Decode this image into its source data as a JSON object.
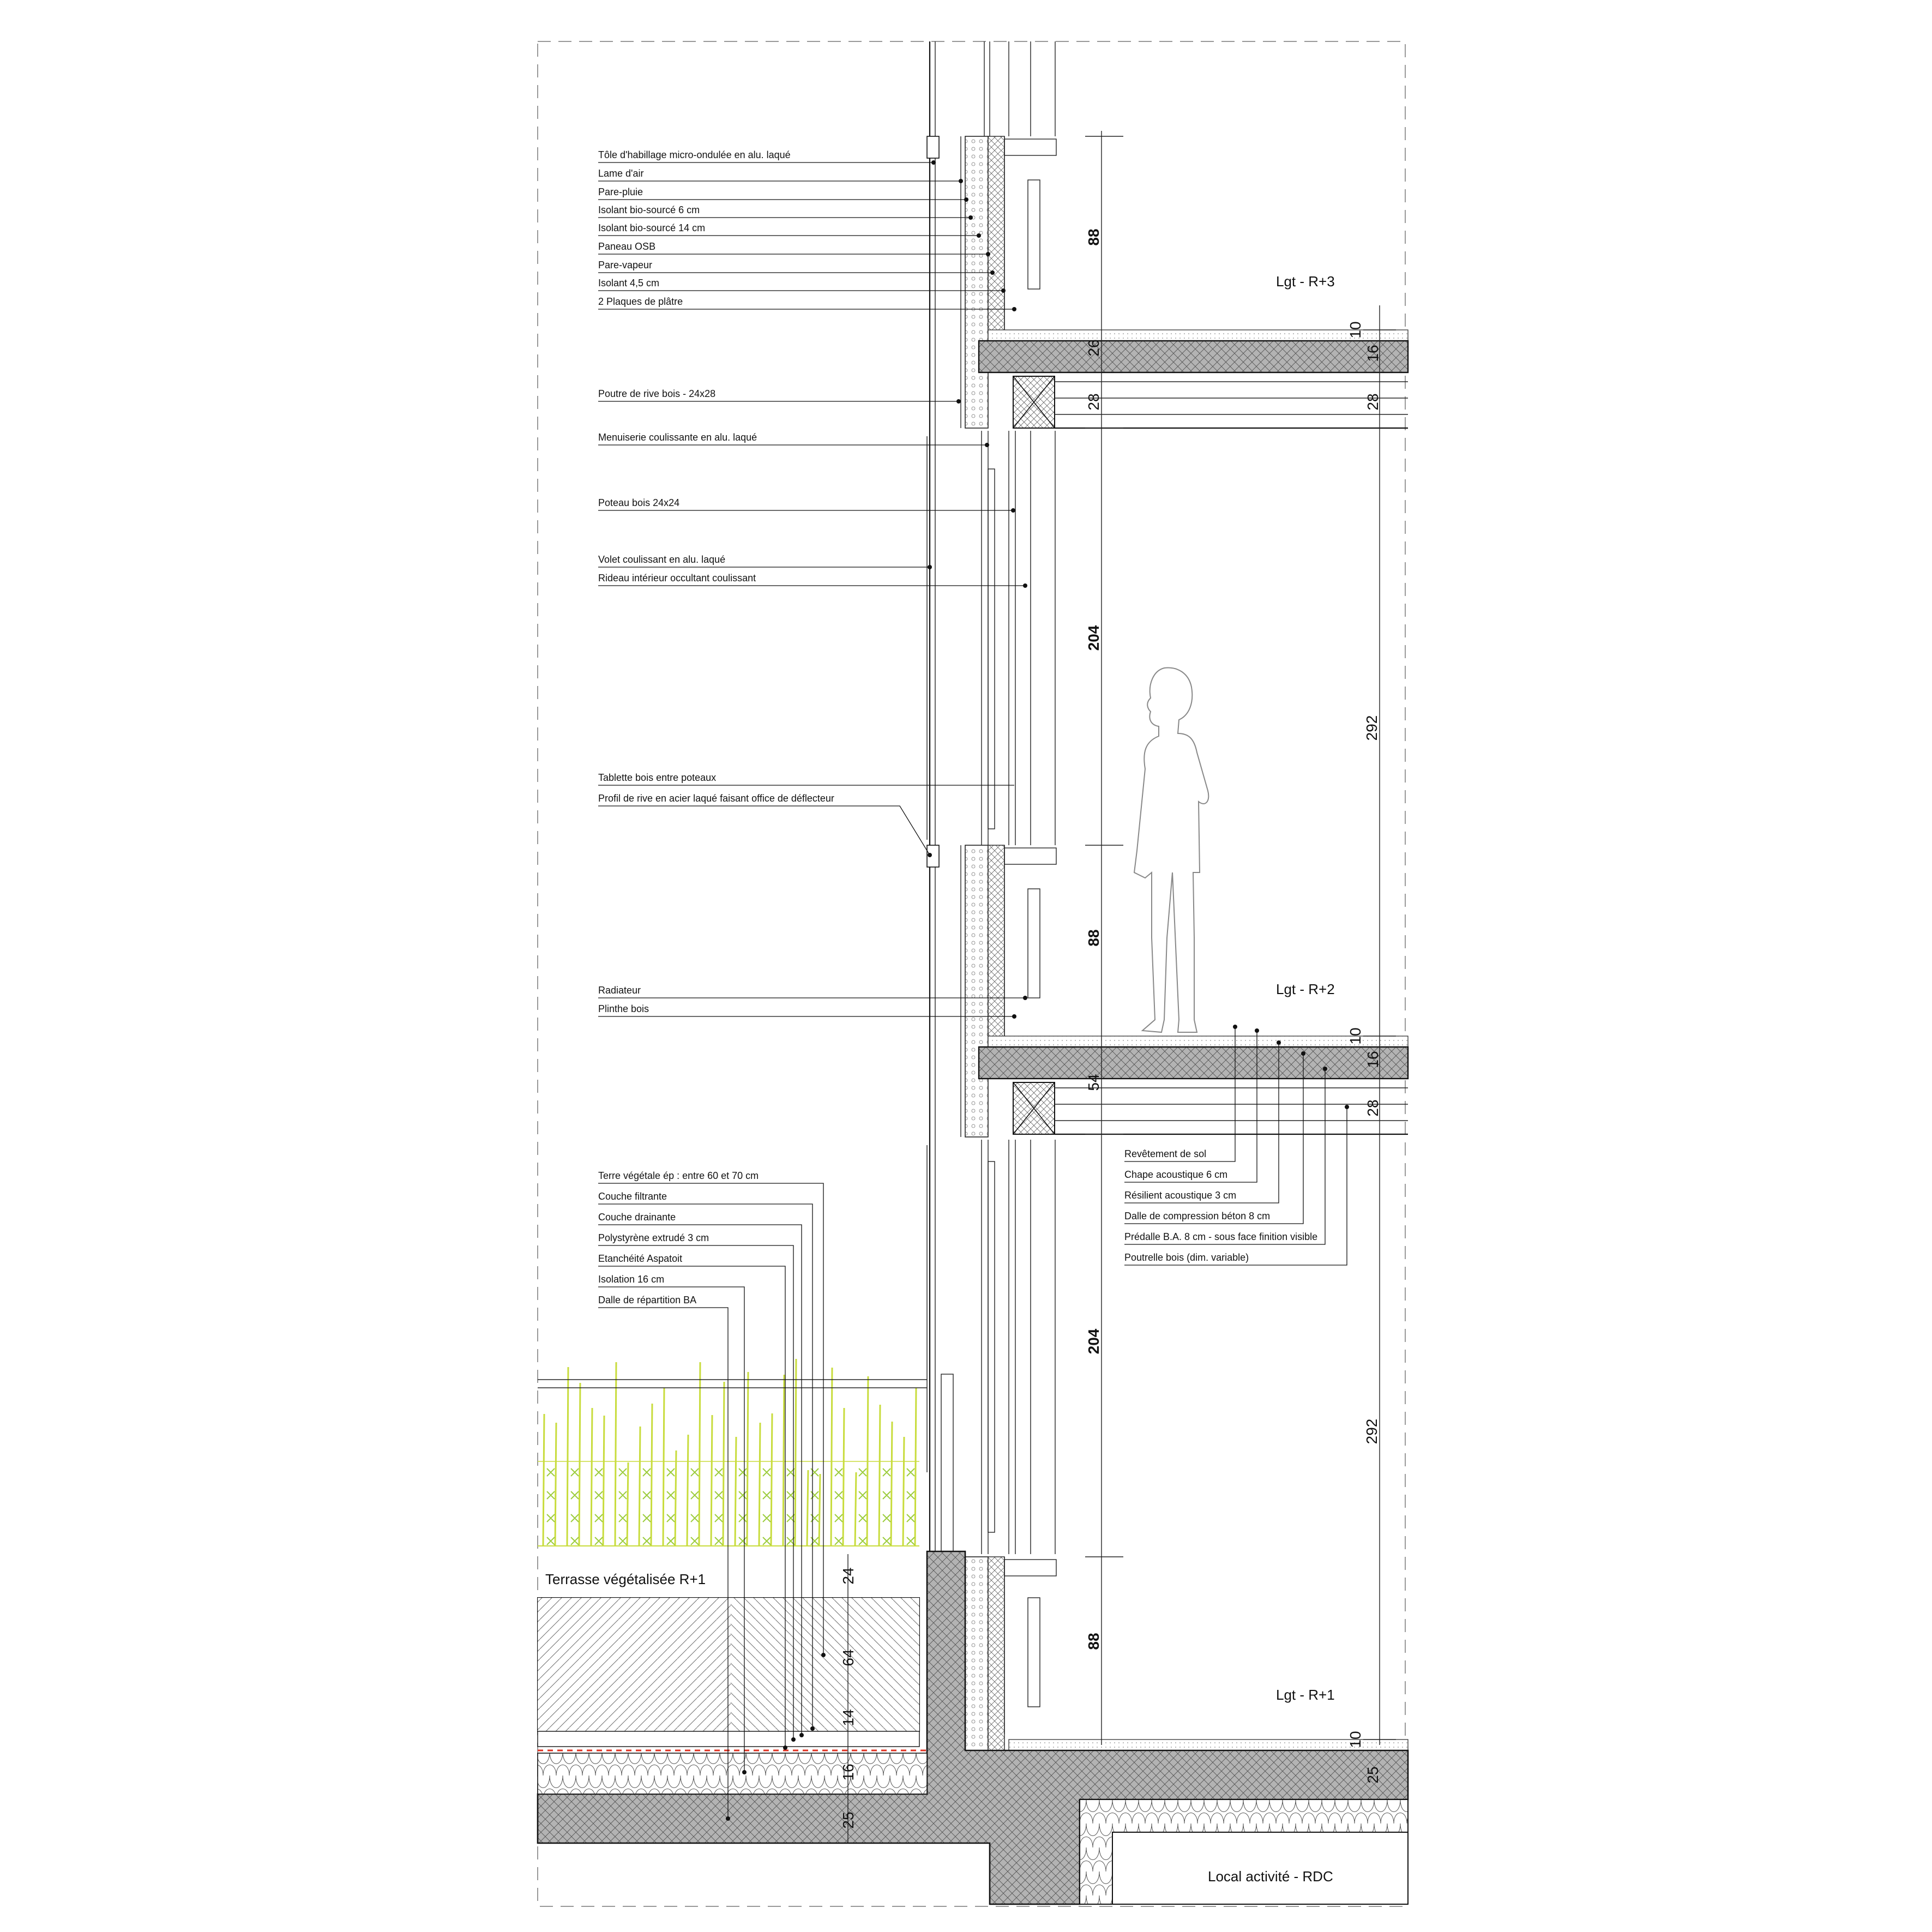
{
  "annotations": {
    "wall_layers": [
      "Tôle d'habillage micro-ondulée en alu. laqué",
      "Lame d'air",
      "Pare-pluie",
      "Isolant bio-sourcé 6 cm",
      "Isolant bio-sourcé 14 cm",
      "Paneau OSB",
      "Pare-vapeur",
      "Isolant 4,5 cm",
      "2 Plaques de plâtre"
    ],
    "beam": "Poutre de rive bois - 24x28",
    "frame_items": [
      "Menuiserie coulissante en alu. laqué",
      "Poteau bois 24x24",
      "Volet coulissant en alu. laqué",
      "Rideau intérieur occultant coulissant",
      "Tablette bois entre poteaux",
      "Profil de rive en acier laqué faisant office de déflecteur"
    ],
    "interior_items": [
      "Radiateur",
      "Plinthe bois"
    ],
    "terrace_layers": [
      "Terre végétale ép : entre 60 et 70 cm",
      "Couche filtrante",
      "Couche drainante",
      "Polystyrène extrudé 3 cm",
      "Etanchéité Aspatoit",
      "Isolation 16 cm",
      "Dalle de répartition BA"
    ],
    "floor_layers": [
      "Revêtement de sol",
      "Chape acoustique 6 cm",
      "Résilient acoustique 3 cm",
      "Dalle de compression béton 8 cm",
      "Prédalle B.A. 8 cm - sous face finition visible",
      "Poutrelle bois (dim. variable)"
    ]
  },
  "rooms": {
    "r3": "Lgt - R+3",
    "r2": "Lgt - R+2",
    "r1": "Lgt - R+1",
    "rdc": "Local activité - RDC",
    "terrace": "Terrasse végétalisée R+1"
  },
  "dimensions": {
    "sill_r3": "88",
    "opening_r3": "204",
    "sill_r2": "88",
    "opening_r2": "204",
    "sill_r1": "88",
    "screed_r3": "10",
    "slab_r3": "16",
    "slab_r3_total": "26",
    "beam_r3_left": "28",
    "beam_r3_right": "28",
    "storey_r2": "292",
    "screed_r2": "10",
    "slab_r2": "16",
    "slab_r2_total": "54",
    "beam_r2_right": "28",
    "storey_r1": "292",
    "screed_r1": "10",
    "slab_r1": "25",
    "terrace_planting": "24",
    "terrace_soil": "64",
    "terrace_drain": "14",
    "terrace_insulation": "16",
    "terrace_slab": "25"
  },
  "colors": {
    "concrete": "#b0b0b0",
    "vegetation": "#c8dc3c",
    "vegetation_cross": "#9ccc3c",
    "waterproofing": "#e03020"
  }
}
